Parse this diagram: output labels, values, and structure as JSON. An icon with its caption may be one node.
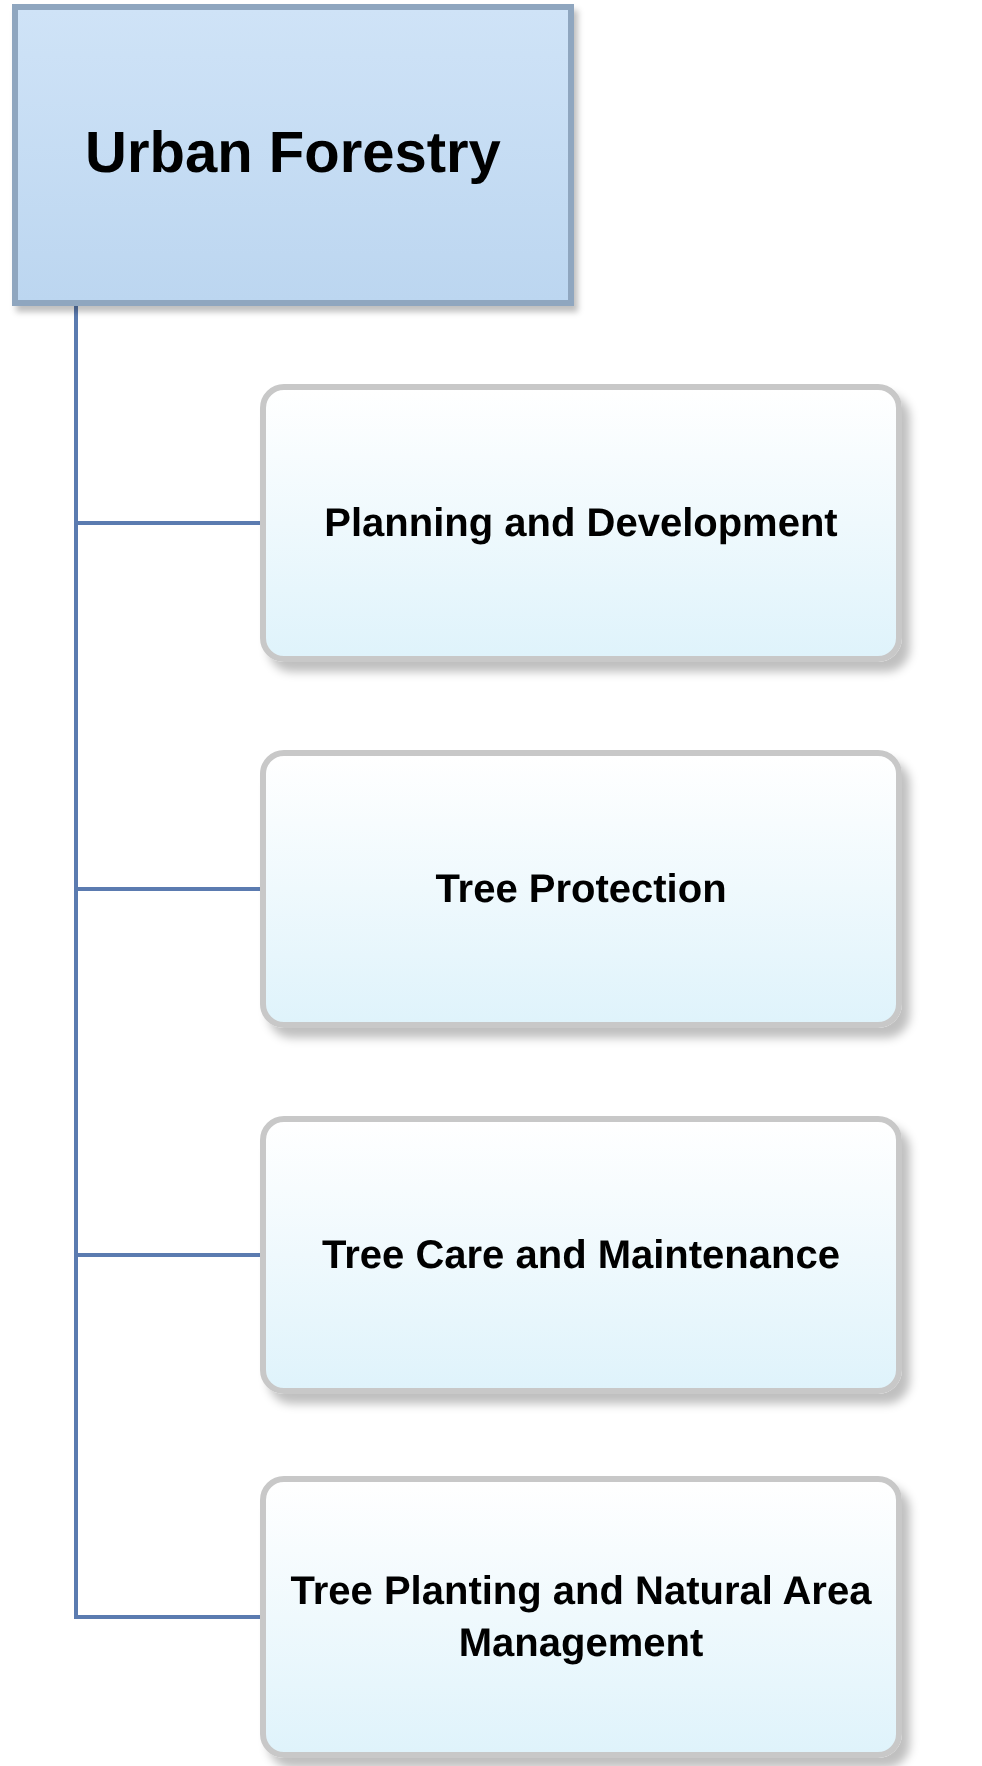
{
  "diagram": {
    "nodes": [
      {
        "text": [
          "Urban Forestry"
        ]
      },
      {
        "text": [
          "Planning and Development"
        ]
      },
      {
        "text": [
          "Tree Protection"
        ]
      },
      {
        "text": [
          "Tree Care and Maintenance"
        ]
      },
      {
        "text": [
          "Tree Planting and Natural Area Management"
        ]
      }
    ],
    "edges": [
      {
        "from": 0,
        "to": 1,
        "arrow": "none"
      },
      {
        "from": 0,
        "to": 2,
        "arrow": "none"
      },
      {
        "from": 0,
        "to": 3,
        "arrow": "none"
      },
      {
        "from": 0,
        "to": 4,
        "arrow": "none"
      }
    ]
  }
}
